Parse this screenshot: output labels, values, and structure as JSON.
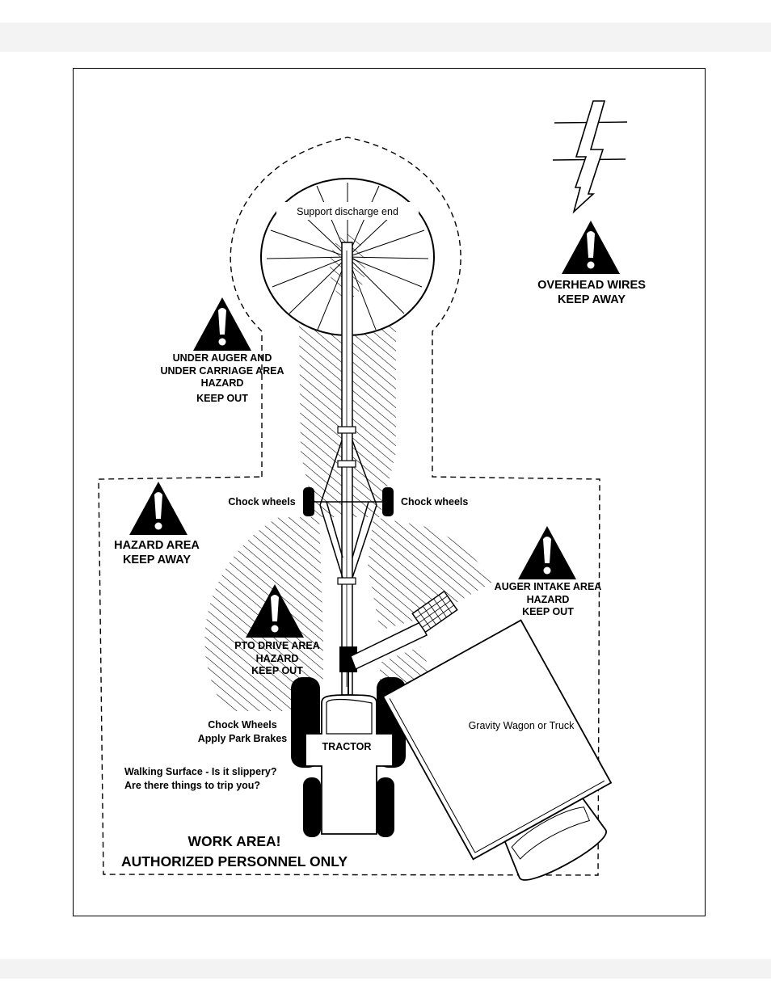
{
  "labels": {
    "support_discharge": "Support discharge end",
    "overhead_wires": [
      "OVERHEAD WIRES",
      "KEEP AWAY"
    ],
    "under_auger": [
      "UNDER AUGER AND",
      "UNDER CARRIAGE AREA",
      "HAZARD",
      "KEEP OUT"
    ],
    "chock_left": "Chock wheels",
    "chock_right": "Chock wheels",
    "hazard_area": [
      "HAZARD AREA",
      "KEEP AWAY"
    ],
    "auger_intake": [
      "AUGER INTAKE AREA",
      "HAZARD",
      "KEEP OUT"
    ],
    "pto_drive": [
      "PTO DRIVE AREA",
      "HAZARD",
      "KEEP OUT"
    ],
    "chock_tractor": [
      "Chock Wheels",
      "Apply Park Brakes"
    ],
    "tractor": "TRACTOR",
    "wagon": "Gravity Wagon or Truck",
    "walking": [
      "Walking Surface - Is it slippery?",
      "Are there things to trip you?"
    ],
    "work_area": [
      "WORK AREA!",
      "AUTHORIZED PERSONNEL ONLY"
    ]
  },
  "icons": [
    "lightning-icon",
    "warning-icon"
  ],
  "colors": {
    "ink": "#000000",
    "band": "#f3f3f3"
  }
}
